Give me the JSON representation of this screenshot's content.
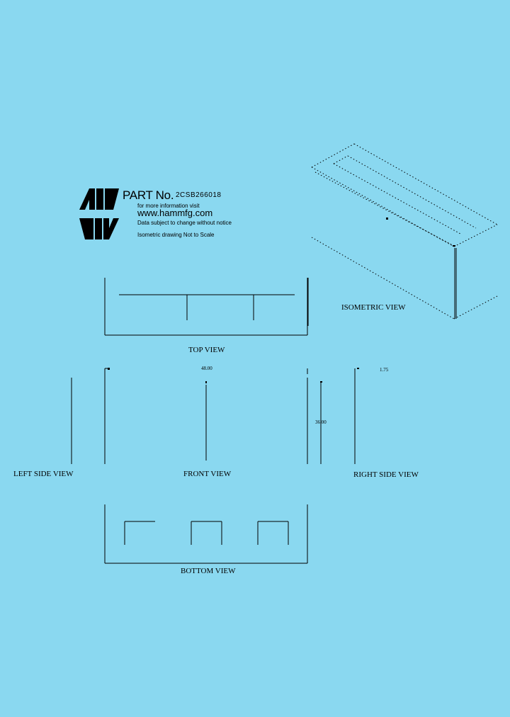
{
  "title_block": {
    "logo": "hammond-mw-logo",
    "part_label": "PART No.",
    "part_number": "2CSB266018",
    "info_line": "for more information visit",
    "url": "www.hammfg.com",
    "notice": "Data subject to change without notice",
    "scale_note": "Isometric drawing Not to Scale"
  },
  "views": {
    "isometric": "ISOMETRIC VIEW",
    "top": "TOP VIEW",
    "left_side": "LEFT SIDE VIEW",
    "front": "FRONT VIEW",
    "right_side": "RIGHT SIDE VIEW",
    "bottom": "BOTTOM VIEW"
  },
  "dimensions": {
    "front_width": "48.00",
    "side_height": "36.00",
    "right_side_depth": "1.75"
  },
  "colors": {
    "background": "#8ad8f0",
    "ink": "#000000"
  }
}
